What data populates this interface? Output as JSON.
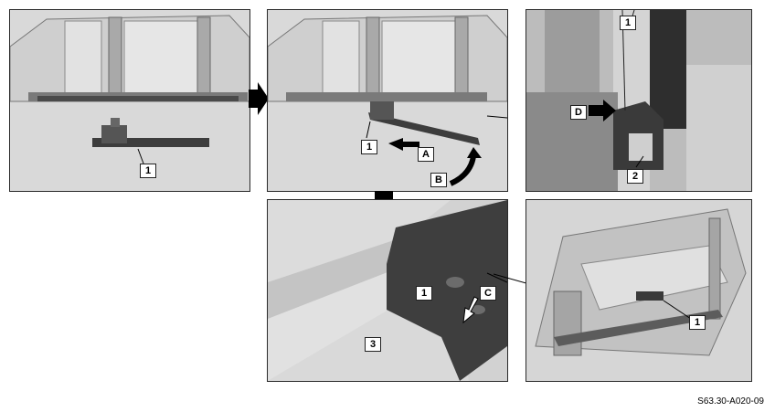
{
  "callouts": {
    "p1_part": "1",
    "p2_part": "1",
    "p2_dir_a": "A",
    "p2_dir_b": "B",
    "p3_part": "1",
    "p3_dir_d": "D",
    "p3_bracket": "2",
    "p4_part": "1",
    "p4_dir_c": "C",
    "p4_floor": "3",
    "p5_part": "1"
  },
  "document_code": "S63.30-A020-09",
  "colors": {
    "panel_bg": "#d7d7d7",
    "panel_border": "#2a2a2a",
    "metal_light": "#c8c8c8",
    "metal_mid": "#9a9a9a",
    "metal_dark": "#555555",
    "part_dark": "#3a3a3a",
    "arrow": "#000000"
  }
}
